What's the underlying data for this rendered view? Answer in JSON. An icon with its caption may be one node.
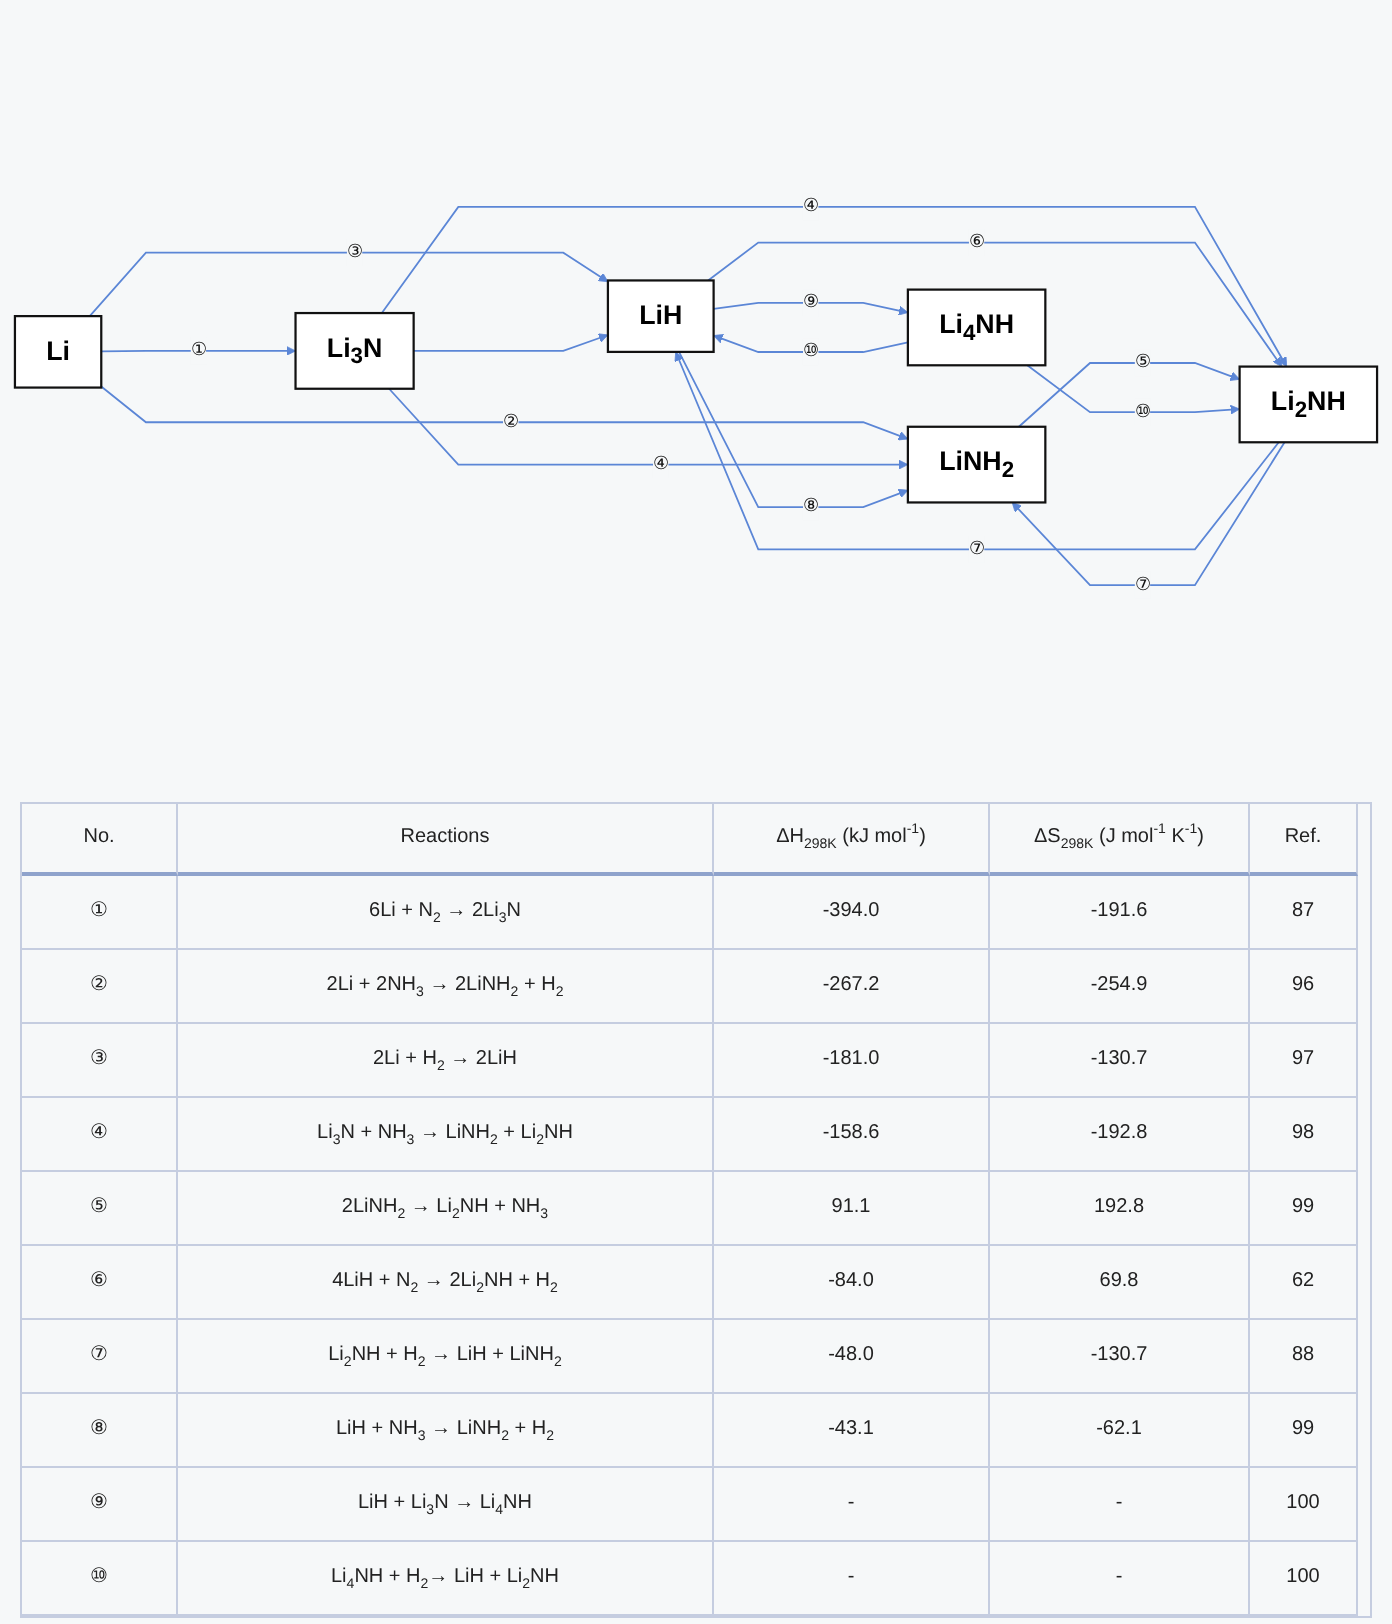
{
  "diagram": {
    "nodes": [
      {
        "text": [
          "Li$_{3}$N"
        ]
      },
      {
        "text": [
          "LiH"
        ]
      },
      {
        "text": [
          "Li"
        ]
      },
      {
        "text": [
          "Li$_{4}$NH"
        ]
      },
      {
        "text": [
          "LiNH$_{2}$"
        ]
      },
      {
        "text": [
          "Li$_{2}$NH"
        ]
      }
    ],
    "edges": [
      {
        "from": 2,
        "to": 0,
        "arrow": "to",
        "label": "①"
      },
      {
        "from": 2,
        "to": 4,
        "arrow": "to",
        "label": "②"
      },
      {
        "from": 2,
        "to": 1,
        "arrow": "to",
        "label": "③"
      },
      {
        "from": 0,
        "to": 1,
        "arrow": "to"
      },
      {
        "from": 0,
        "to": 4,
        "arrow": "to",
        "label": "④"
      },
      {
        "from": 0,
        "to": 5,
        "arrow": "to",
        "label": "④"
      },
      {
        "from": 1,
        "to": 4,
        "arrow": "to",
        "label": "⑧"
      },
      {
        "from": 1,
        "to": 5,
        "arrow": "to",
        "label": "⑥"
      },
      {
        "from": 5,
        "to": 1,
        "arrow": "to",
        "label": "⑦"
      },
      {
        "from": 4,
        "to": 5,
        "arrow": "to",
        "label": "⑤"
      },
      {
        "from": 5,
        "to": 4,
        "arrow": "to",
        "label": "⑦"
      },
      {
        "from": 1,
        "to": 3,
        "arrow": "to",
        "label": "⑨"
      },
      {
        "from": 3,
        "to": 1,
        "arrow": "to",
        "label": "⑩"
      },
      {
        "from": 3,
        "to": 5,
        "arrow": "to",
        "label": "⑩"
      }
    ],
    "labels": [
      "No.",
      "Reactions",
      "ΔH$_{298K}$ (kJ mol$^{-1}$)",
      "ΔS$_{298K}$ (J mol$^{-1}$ K$^{-1}$)",
      "Ref.",
      "①",
      "6Li + N$_{2}$ → 2Li$_{3}$N",
      "-394.0",
      "-191.6",
      "87",
      "②",
      "2Li + 2NH$_{3}$ → 2LiNH$_{2}$ + H$_{2}$",
      "-267.2",
      "-254.9",
      "96",
      "③",
      "2Li + H$_{2}$ → 2LiH",
      "-181.0",
      "-130.7",
      "97",
      "④",
      "Li$_{3}$N + NH$_{3}$ → LiNH$_{2}$ + Li$_{2}$NH",
      "-158.6",
      "-192.8",
      "98",
      "⑤",
      "2LiNH$_{2}$ → Li$_{2}$NH + NH$_{3}$",
      "91.1",
      "192.8",
      "99",
      "⑥",
      "4LiH + N$_{2}$ → 2Li$_{2}$NH + H$_{2}$",
      "-84.0",
      "69.8",
      "62",
      "⑦",
      "Li$_{2}$NH + H$_{2}$ → LiH + LiNH$_{2}$",
      "-48.0",
      "-130.7",
      "88",
      "⑧",
      "LiH + NH$_{3}$ → LiNH$_{2}$ + H$_{2}$",
      "-43.1",
      "-62.1",
      "99",
      "⑨",
      "LiH + Li$_{3}$N → Li$_{4}$NH",
      "-",
      "-",
      "100",
      "⑩",
      "Li$_{4}$NH + H$_{2}$→ LiH + Li$_{2}$NH",
      "-",
      "-",
      "100"
    ]
  }
}
